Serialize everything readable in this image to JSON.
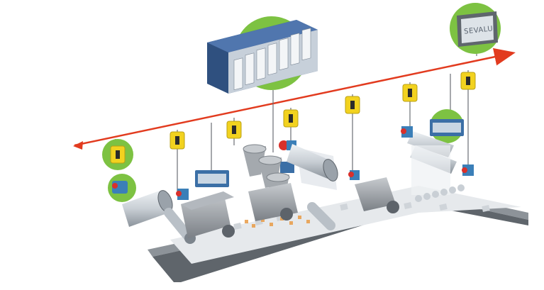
{
  "diagram": {
    "hmi_screen_text": "SEVALUE",
    "colors": {
      "network_line": "#e23b1f",
      "highlight_circle": "#7dc242",
      "sensor_yellow": "#f2d21f",
      "plc_blue": "#355a8f",
      "conveyor_gray": "#7f858b",
      "drop_line": "#6a6f75"
    },
    "components": {
      "plc": "plc-rack",
      "hmi": "hmi-panel",
      "sensors": [
        "sensor-1",
        "sensor-2",
        "sensor-3",
        "sensor-4",
        "sensor-5",
        "sensor-6",
        "sensor-7",
        "sensor-8"
      ],
      "io_blocks": [
        "io-block-1",
        "io-block-2",
        "io-block-3"
      ],
      "machinery": [
        "supply-roll",
        "press-unit",
        "filler-hoppers",
        "wrap-roll",
        "guide-unit",
        "cooling-rollers"
      ]
    }
  }
}
